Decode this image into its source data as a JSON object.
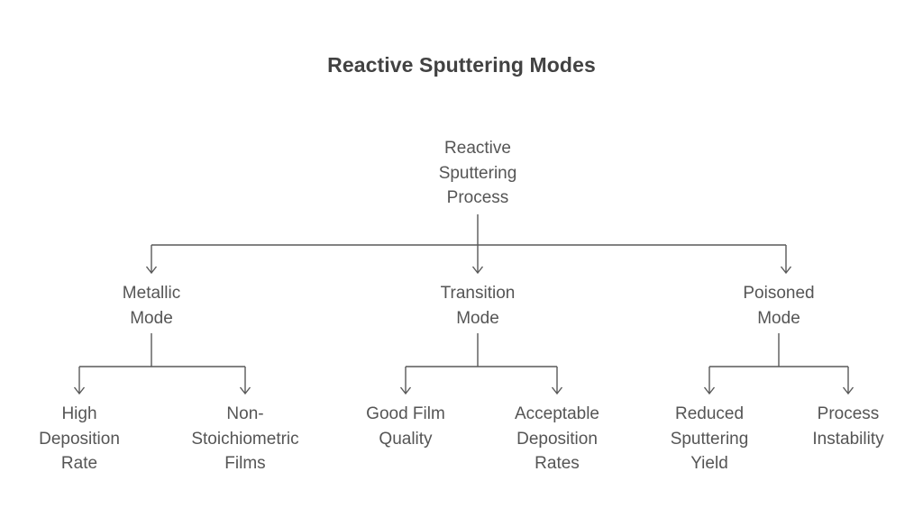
{
  "title": "Reactive Sputtering Modes",
  "colors": {
    "background": "#ffffff",
    "title_text": "#424242",
    "node_text": "#555555",
    "connector": "#595959"
  },
  "diagram": {
    "type": "tree",
    "orientation": "top-down",
    "levels": 3,
    "root": {
      "id": "reactive-sputtering-process",
      "label": "Reactive\nSputtering\nProcess"
    },
    "modes": [
      {
        "id": "metallic-mode",
        "label": "Metallic\nMode",
        "children": [
          {
            "id": "high-deposition-rate",
            "label": "High\nDeposition\nRate"
          },
          {
            "id": "non-stoichiometric-films",
            "label": "Non-\nStoichiometric\nFilms"
          }
        ]
      },
      {
        "id": "transition-mode",
        "label": "Transition\nMode",
        "children": [
          {
            "id": "good-film-quality",
            "label": "Good Film\nQuality"
          },
          {
            "id": "acceptable-deposition-rates",
            "label": "Acceptable\nDeposition\nRates"
          }
        ]
      },
      {
        "id": "poisoned-mode",
        "label": "Poisoned\nMode",
        "children": [
          {
            "id": "reduced-sputtering-yield",
            "label": "Reduced\nSputtering\nYield"
          },
          {
            "id": "process-instability",
            "label": "Process\nInstability"
          }
        ]
      }
    ]
  }
}
